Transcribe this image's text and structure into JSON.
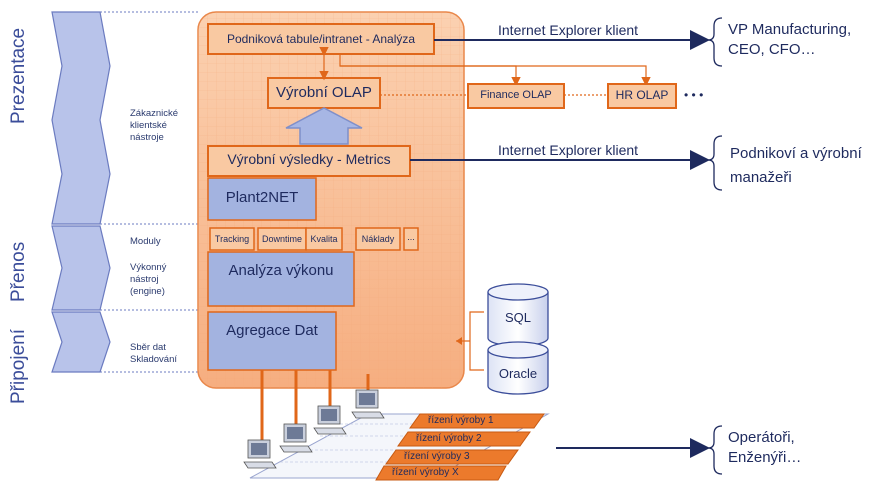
{
  "layers": {
    "prezentace": "Prezentace",
    "prenos": "Přenos",
    "pripojeni": "Připojení"
  },
  "layer_notes": {
    "client_tools": [
      "Zákaznické",
      "klientské",
      "nástroje"
    ],
    "modules": "Moduly",
    "engine": [
      "Výkonný",
      "nástroj",
      "(engine)"
    ],
    "data_collect": [
      "Sběr dat",
      "Skladování"
    ]
  },
  "boxes": {
    "dashboard": "Podniková tabule/intranet - Analýza",
    "production_olap": "Výrobní OLAP",
    "finance_olap": "Finance OLAP",
    "hr_olap": "HR OLAP",
    "metrics": "Výrobní výsledky - Metrics",
    "plant2net": "Plant2NET",
    "tracking": "Tracking",
    "downtime": "Downtime",
    "kvalita": "Kvalita",
    "naklady": "Náklady",
    "more": "...",
    "analysis": "Analýza výkonu",
    "aggregation": "Agregace Dat",
    "sql": "SQL",
    "oracle": "Oracle"
  },
  "clients": {
    "ie_top": "Internet Explorer klient",
    "ie_mid": "Internet Explorer klient"
  },
  "audiences": {
    "executives": [
      "VP Manufacturing,",
      "CEO, CFO…"
    ],
    "managers": [
      "Podnikoví a výrobní",
      "manažeři"
    ],
    "operators": [
      "Operátoři,",
      "Enženýři…"
    ]
  },
  "production_lines": [
    "řízení  výroby 1",
    "řízení  výroby 2",
    "řízení  výroby 3",
    "řízení  výroby X"
  ],
  "olap_dots": "• • •",
  "colors": {
    "platform_fill": "#f7b98c",
    "box_stroke": "#e0671a",
    "box_fill": "#f8c9a3",
    "blue_fill": "#a3b3e0",
    "blue_stroke": "#7f8fc9",
    "text": "#1e2a5e",
    "arrow": "#1e2a5e"
  }
}
